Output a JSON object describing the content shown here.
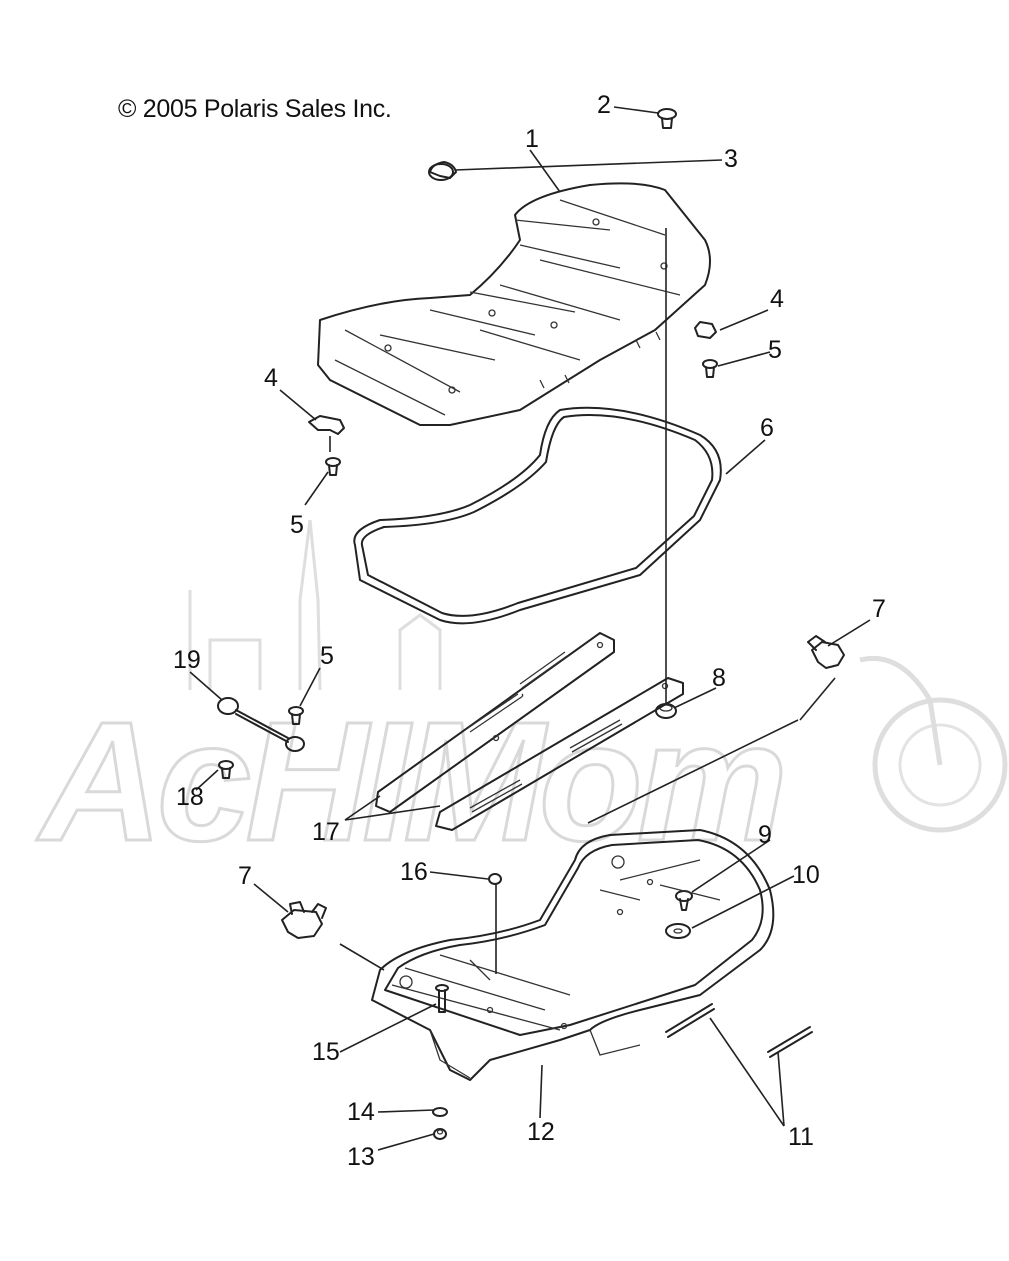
{
  "copyright": "© 2005 Polaris Sales Inc.",
  "watermark": {
    "text": "AcHIMom"
  },
  "callouts": [
    {
      "id": "c1",
      "text": "1"
    },
    {
      "id": "c2",
      "text": "2"
    },
    {
      "id": "c3",
      "text": "3"
    },
    {
      "id": "c4a",
      "text": "4"
    },
    {
      "id": "c4b",
      "text": "4"
    },
    {
      "id": "c5a",
      "text": "5"
    },
    {
      "id": "c5b",
      "text": "5"
    },
    {
      "id": "c5c",
      "text": "5"
    },
    {
      "id": "c6",
      "text": "6"
    },
    {
      "id": "c7a",
      "text": "7"
    },
    {
      "id": "c7b",
      "text": "7"
    },
    {
      "id": "c8",
      "text": "8"
    },
    {
      "id": "c9",
      "text": "9"
    },
    {
      "id": "c10",
      "text": "10"
    },
    {
      "id": "c11",
      "text": "11"
    },
    {
      "id": "c12",
      "text": "12"
    },
    {
      "id": "c13",
      "text": "13"
    },
    {
      "id": "c14",
      "text": "14"
    },
    {
      "id": "c15",
      "text": "15"
    },
    {
      "id": "c16",
      "text": "16"
    },
    {
      "id": "c17",
      "text": "17"
    },
    {
      "id": "c18",
      "text": "18"
    },
    {
      "id": "c19",
      "text": "19"
    }
  ]
}
